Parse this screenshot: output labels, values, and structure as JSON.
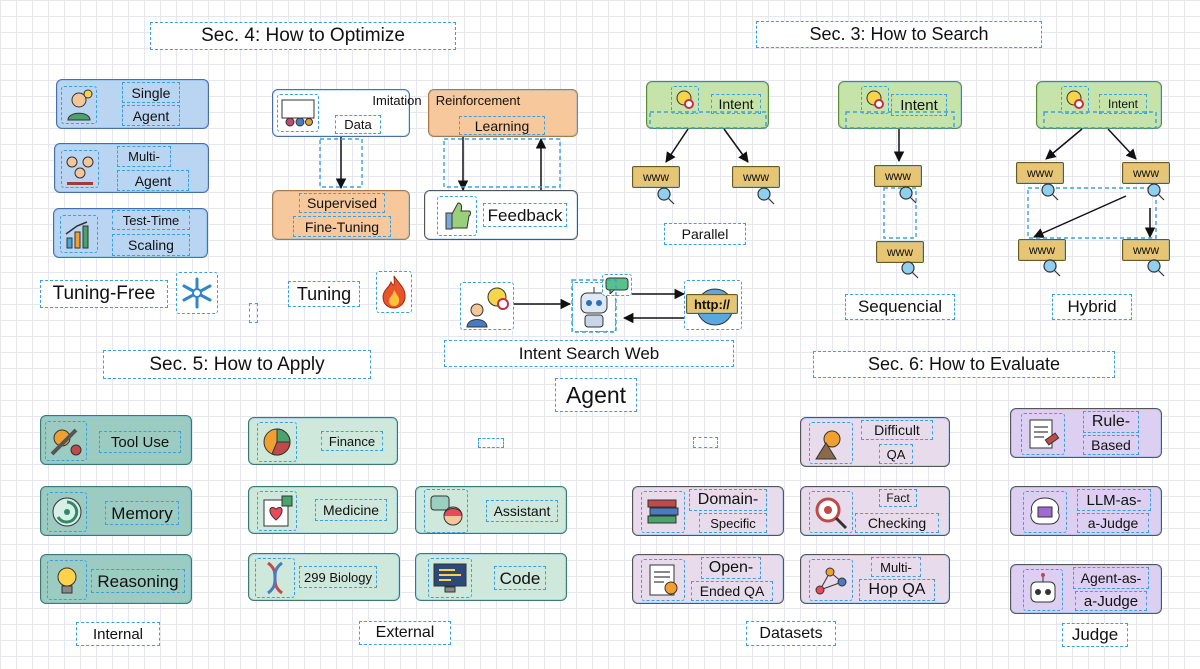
{
  "sections": {
    "optimize": "Sec. 4: How to Optimize",
    "search": "Sec. 3: How to Search",
    "apply": "Sec. 5: How to Apply",
    "evaluate": "Sec. 6: How to Evaluate"
  },
  "tuning_free": {
    "label": "Tuning-Free",
    "single": [
      "Single",
      "Agent"
    ],
    "multi": [
      "Multi-",
      "Agent"
    ],
    "tts": [
      "Test-Time",
      "Scaling"
    ]
  },
  "tuning": {
    "label": "Tuning",
    "data": [
      "Imitation",
      "Data"
    ],
    "rl": [
      "Reinforcement",
      "Learning"
    ],
    "sft": [
      "Supervised",
      "Fine-Tuning"
    ],
    "feedback": "Feedback"
  },
  "search": {
    "intent": "Intent",
    "www": "www",
    "parallel": "Parallel",
    "sequential": "Sequencial",
    "hybrid": "Hybrid"
  },
  "center": {
    "http": "http://",
    "caption": "Intent Search Web",
    "title": "Agent"
  },
  "apply": {
    "internal_label": "Internal",
    "external_label": "External",
    "tool_use": "Tool Use",
    "memory": "Memory",
    "reasoning": "Reasoning",
    "finance": "Finance",
    "medicine": "Medicine",
    "assistant": "Assistant",
    "biology": "299 Biology",
    "code": "Code"
  },
  "evaluate": {
    "datasets_label": "Datasets",
    "judge_label": "Judge",
    "difficult": [
      "Difficult",
      "QA"
    ],
    "fact": [
      "Fact",
      "Checking"
    ],
    "multihop": [
      "Multi-",
      "Hop QA"
    ],
    "domain": [
      "Domain-",
      "Specific"
    ],
    "open": [
      "Open-",
      "Ended QA"
    ],
    "rule": [
      "Rule-",
      "Based"
    ],
    "llm": [
      "LLM-as-",
      "a-Judge"
    ],
    "agent": [
      "Agent-as-",
      "a-Judge"
    ]
  },
  "colors": {
    "blue": "#b9d5f2",
    "orange": "#f6c89c",
    "green": "#c6e4a9",
    "teal": "#9ccbc2",
    "mint": "#cfe8dc",
    "lavender": "#e8dcec",
    "purple": "#dccff2",
    "www": "#e6c574"
  }
}
